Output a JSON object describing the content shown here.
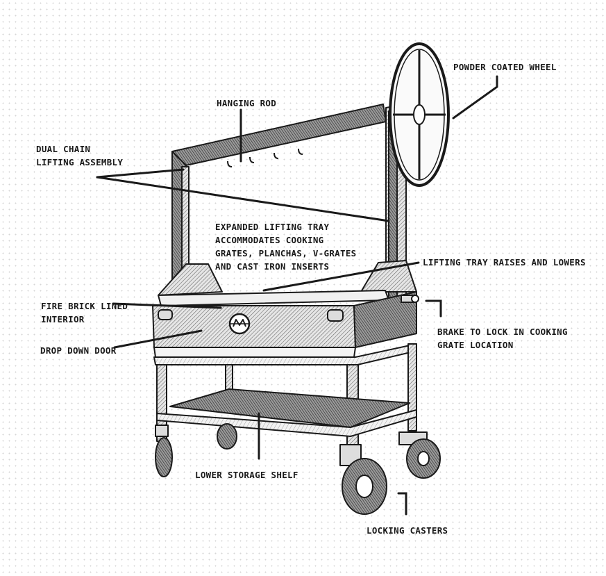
{
  "diagram": {
    "labels": {
      "powder_coated_wheel": "POWDER COATED WHEEL",
      "hanging_rod": "HANGING ROD",
      "dual_chain_line1": "DUAL CHAIN",
      "dual_chain_line2": "LIFTING ASSEMBLY",
      "expanded_tray_line1": "EXPANDED LIFTING TRAY",
      "expanded_tray_line2": "ACCOMMODATES COOKING",
      "expanded_tray_line3": "GRATES, PLANCHAS, V-GRATES",
      "expanded_tray_line4": "AND CAST IRON INSERTS",
      "lifting_tray_raises": "LIFTING TRAY RAISES AND  LOWERS",
      "fire_brick_line1": "FIRE BRICK LINED",
      "fire_brick_line2": "INTERIOR",
      "brake_line1": "BRAKE TO LOCK IN COOKING",
      "brake_line2": "GRATE LOCATION",
      "drop_down_door": "DROP DOWN DOOR",
      "lower_storage_shelf": "LOWER STORAGE SHELF",
      "locking_casters": "LOCKING CASTERS"
    },
    "colors": {
      "ink": "#1a1a1a",
      "shade": "#8c8c8c",
      "light": "#cfcfcf"
    }
  }
}
